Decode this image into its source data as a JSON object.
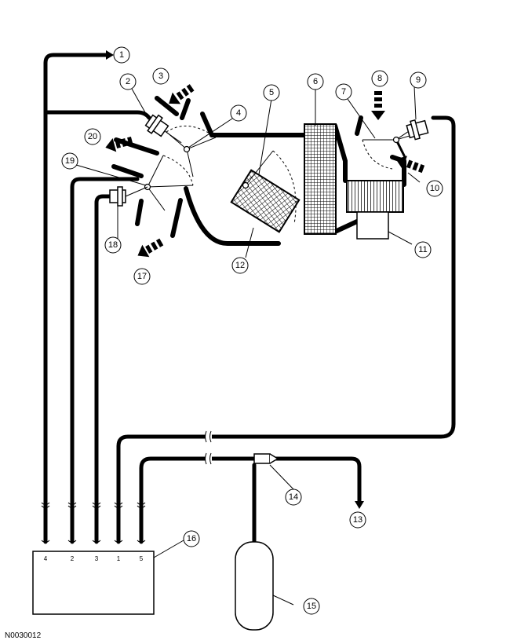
{
  "figure_id": "N0030012",
  "callouts": [
    "1",
    "2",
    "3",
    "4",
    "5",
    "6",
    "7",
    "8",
    "9",
    "10",
    "11",
    "12",
    "13",
    "14",
    "15",
    "16",
    "17",
    "18",
    "19",
    "20"
  ],
  "module_ports": [
    "4",
    "2",
    "3",
    "1",
    "5"
  ]
}
